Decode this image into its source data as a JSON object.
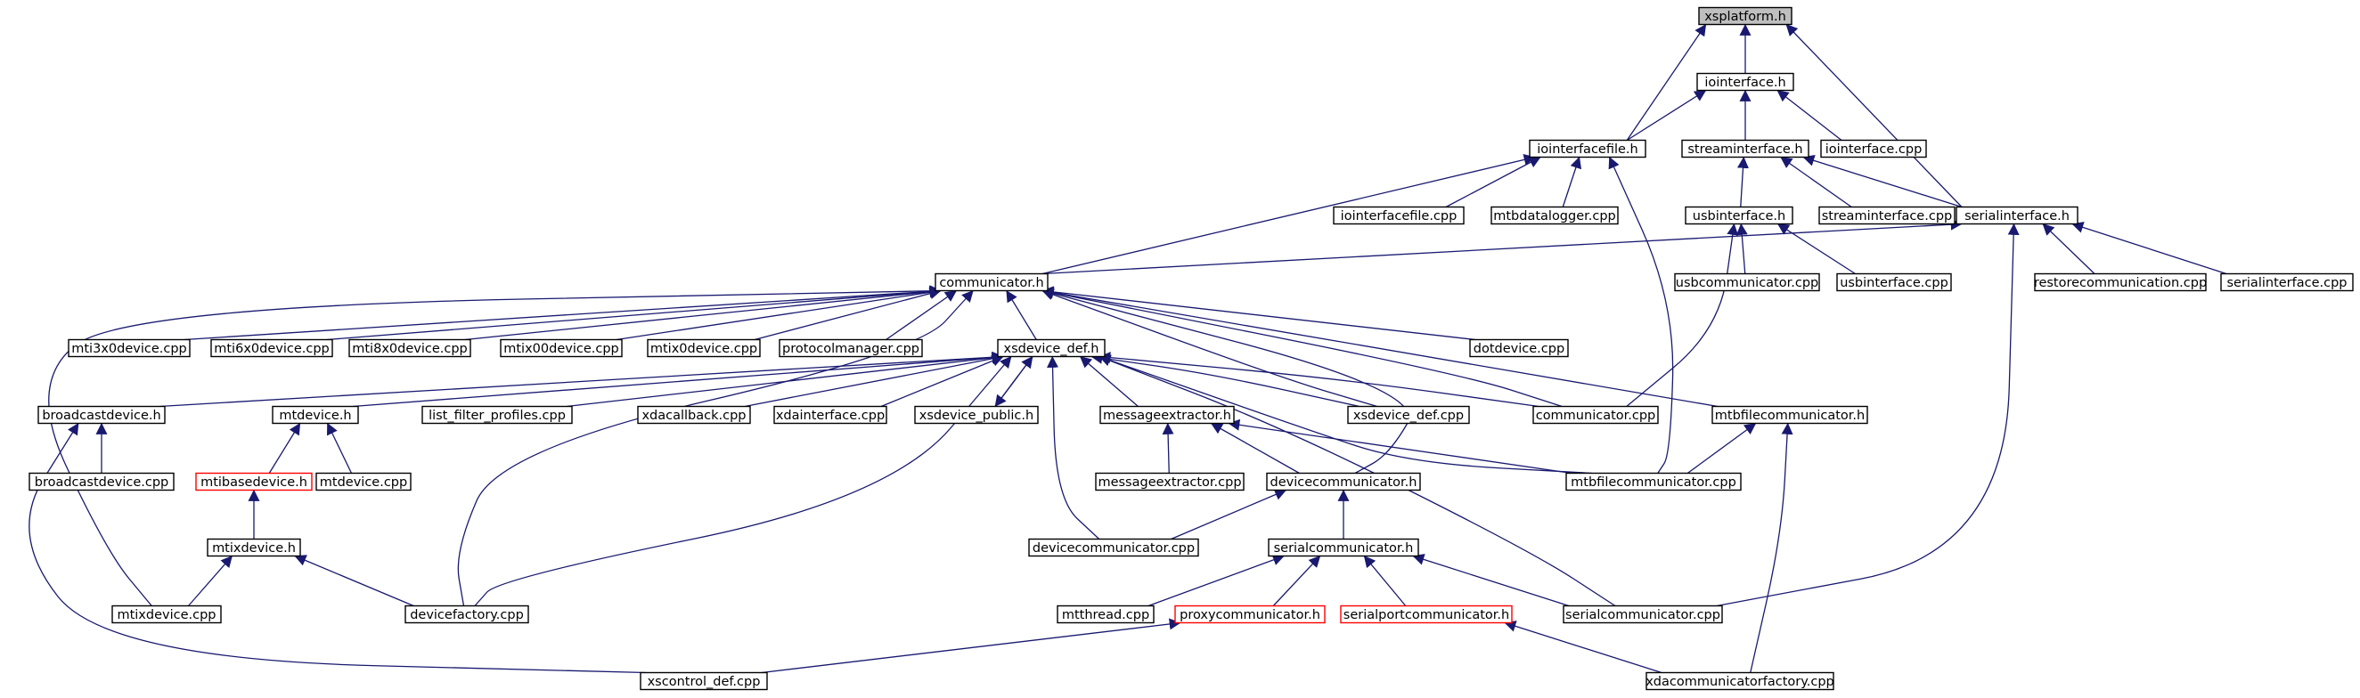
{
  "graph": {
    "title": "",
    "colors": {
      "edge": "#191970",
      "node_border": "#000000",
      "node_border_incomplete": "#ff0000",
      "root_fill": "#bfbfbf",
      "node_fill": "#ffffff"
    },
    "nodes": [
      {
        "id": "xsplatform_h",
        "label": "xsplatform.h",
        "root": true
      },
      {
        "id": "iointerface_h",
        "label": "iointerface.h"
      },
      {
        "id": "iointerfacefile_h",
        "label": "iointerfacefile.h"
      },
      {
        "id": "streaminterface_h",
        "label": "streaminterface.h"
      },
      {
        "id": "iointerface_cpp",
        "label": "iointerface.cpp"
      },
      {
        "id": "iointerfacefile_cpp",
        "label": "iointerfacefile.cpp"
      },
      {
        "id": "mtbdatalogger_cpp",
        "label": "mtbdatalogger.cpp"
      },
      {
        "id": "usbinterface_h",
        "label": "usbinterface.h"
      },
      {
        "id": "streaminterface_cpp",
        "label": "streaminterface.cpp"
      },
      {
        "id": "serialinterface_h",
        "label": "serialinterface.h"
      },
      {
        "id": "communicator_h",
        "label": "communicator.h"
      },
      {
        "id": "usbcommunicator_cpp",
        "label": "usbcommunicator.cpp"
      },
      {
        "id": "usbinterface_cpp",
        "label": "usbinterface.cpp"
      },
      {
        "id": "restorecommunication_cpp",
        "label": "restorecommunication.cpp"
      },
      {
        "id": "serialinterface_cpp",
        "label": "serialinterface.cpp"
      },
      {
        "id": "mti3x0device_cpp",
        "label": "mti3x0device.cpp"
      },
      {
        "id": "mti6x0device_cpp",
        "label": "mti6x0device.cpp"
      },
      {
        "id": "mti8x0device_cpp",
        "label": "mti8x0device.cpp"
      },
      {
        "id": "mtix00device_cpp",
        "label": "mtix00device.cpp"
      },
      {
        "id": "mtix0device_cpp",
        "label": "mtix0device.cpp"
      },
      {
        "id": "protocolmanager_cpp",
        "label": "protocolmanager.cpp"
      },
      {
        "id": "xsdevice_def_h",
        "label": "xsdevice_def.h"
      },
      {
        "id": "dotdevice_cpp",
        "label": "dotdevice.cpp"
      },
      {
        "id": "broadcastdevice_h",
        "label": "broadcastdevice.h"
      },
      {
        "id": "mtdevice_h",
        "label": "mtdevice.h"
      },
      {
        "id": "list_filter_profiles_cpp",
        "label": "list_filter_profiles.cpp"
      },
      {
        "id": "xdacallback_cpp",
        "label": "xdacallback.cpp"
      },
      {
        "id": "xdainterface_cpp",
        "label": "xdainterface.cpp"
      },
      {
        "id": "xsdevice_public_h",
        "label": "xsdevice_public.h"
      },
      {
        "id": "messageextractor_h",
        "label": "messageextractor.h"
      },
      {
        "id": "xsdevice_def_cpp",
        "label": "xsdevice_def.cpp"
      },
      {
        "id": "communicator_cpp",
        "label": "communicator.cpp"
      },
      {
        "id": "mtbfilecommunicator_h",
        "label": "mtbfilecommunicator.h"
      },
      {
        "id": "broadcastdevice_cpp",
        "label": "broadcastdevice.cpp"
      },
      {
        "id": "mtibasedevice_h",
        "label": "mtibasedevice.h",
        "incomplete": true
      },
      {
        "id": "mtdevice_cpp",
        "label": "mtdevice.cpp"
      },
      {
        "id": "messageextractor_cpp",
        "label": "messageextractor.cpp"
      },
      {
        "id": "devicecommunicator_h",
        "label": "devicecommunicator.h"
      },
      {
        "id": "mtbfilecommunicator_cpp",
        "label": "mtbfilecommunicator.cpp"
      },
      {
        "id": "mtixdevice_h",
        "label": "mtixdevice.h"
      },
      {
        "id": "devicecommunicator_cpp",
        "label": "devicecommunicator.cpp"
      },
      {
        "id": "serialcommunicator_h",
        "label": "serialcommunicator.h"
      },
      {
        "id": "mtixdevice_cpp",
        "label": "mtixdevice.cpp"
      },
      {
        "id": "devicefactory_cpp",
        "label": "devicefactory.cpp"
      },
      {
        "id": "mtthread_cpp",
        "label": "mtthread.cpp"
      },
      {
        "id": "proxycommunicator_h",
        "label": "proxycommunicator.h",
        "incomplete": true
      },
      {
        "id": "serialportcommunicator_h",
        "label": "serialportcommunicator.h",
        "incomplete": true
      },
      {
        "id": "serialcommunicator_cpp",
        "label": "serialcommunicator.cpp"
      },
      {
        "id": "xscontrol_def_cpp",
        "label": "xscontrol_def.cpp"
      },
      {
        "id": "xdacommunicatorfactory_cpp",
        "label": "xdacommunicatorfactory.cpp"
      }
    ],
    "edges": [
      [
        "xsplatform_h",
        "iointerface_h"
      ],
      [
        "xsplatform_h",
        "iointerfacefile_h"
      ],
      [
        "xsplatform_h",
        "serialinterface_h"
      ],
      [
        "iointerface_h",
        "iointerfacefile_h"
      ],
      [
        "iointerface_h",
        "streaminterface_h"
      ],
      [
        "iointerface_h",
        "iointerface_cpp"
      ],
      [
        "iointerfacefile_h",
        "iointerfacefile_cpp"
      ],
      [
        "iointerfacefile_h",
        "mtbdatalogger_cpp"
      ],
      [
        "iointerfacefile_h",
        "communicator_h"
      ],
      [
        "iointerfacefile_h",
        "mtbfilecommunicator_cpp"
      ],
      [
        "streaminterface_h",
        "usbinterface_h"
      ],
      [
        "streaminterface_h",
        "streaminterface_cpp"
      ],
      [
        "streaminterface_h",
        "serialinterface_h"
      ],
      [
        "usbinterface_h",
        "usbcommunicator_cpp"
      ],
      [
        "usbinterface_h",
        "usbinterface_cpp"
      ],
      [
        "usbinterface_h",
        "communicator_cpp"
      ],
      [
        "serialinterface_h",
        "communicator_h"
      ],
      [
        "serialinterface_h",
        "restorecommunication_cpp"
      ],
      [
        "serialinterface_h",
        "serialinterface_cpp"
      ],
      [
        "serialinterface_h",
        "serialcommunicator_cpp"
      ],
      [
        "communicator_h",
        "mti3x0device_cpp"
      ],
      [
        "communicator_h",
        "mti6x0device_cpp"
      ],
      [
        "communicator_h",
        "mti8x0device_cpp"
      ],
      [
        "communicator_h",
        "mtix00device_cpp"
      ],
      [
        "communicator_h",
        "mtix0device_cpp"
      ],
      [
        "communicator_h",
        "protocolmanager_cpp"
      ],
      [
        "communicator_h",
        "xsdevice_def_h"
      ],
      [
        "communicator_h",
        "dotdevice_cpp"
      ],
      [
        "communicator_h",
        "xsdevice_def_cpp"
      ],
      [
        "communicator_h",
        "communicator_cpp"
      ],
      [
        "communicator_h",
        "mtbfilecommunicator_h"
      ],
      [
        "communicator_h",
        "devicecommunicator_h"
      ],
      [
        "communicator_h",
        "mtixdevice_cpp"
      ],
      [
        "communicator_h",
        "devicefactory_cpp"
      ],
      [
        "xsdevice_def_h",
        "broadcastdevice_h"
      ],
      [
        "xsdevice_def_h",
        "mtdevice_h"
      ],
      [
        "xsdevice_def_h",
        "list_filter_profiles_cpp"
      ],
      [
        "xsdevice_def_h",
        "xdacallback_cpp"
      ],
      [
        "xsdevice_def_h",
        "xdainterface_cpp"
      ],
      [
        "xsdevice_def_h",
        "xsdevice_public_h"
      ],
      [
        "xsdevice_public_h",
        "xsdevice_def_h"
      ],
      [
        "xsdevice_def_h",
        "messageextractor_h"
      ],
      [
        "xsdevice_def_h",
        "xsdevice_def_cpp"
      ],
      [
        "xsdevice_def_h",
        "communicator_cpp"
      ],
      [
        "xsdevice_def_h",
        "mtbfilecommunicator_cpp"
      ],
      [
        "xsdevice_def_h",
        "serialcommunicator_cpp"
      ],
      [
        "xsdevice_def_h",
        "devicecommunicator_cpp"
      ],
      [
        "xsdevice_def_h",
        "devicefactory_cpp"
      ],
      [
        "broadcastdevice_h",
        "broadcastdevice_cpp"
      ],
      [
        "broadcastdevice_h",
        "xscontrol_def_cpp"
      ],
      [
        "mtdevice_h",
        "mtibasedevice_h"
      ],
      [
        "mtdevice_h",
        "mtdevice_cpp"
      ],
      [
        "mtibasedevice_h",
        "mtixdevice_h"
      ],
      [
        "mtixdevice_h",
        "mtixdevice_cpp"
      ],
      [
        "mtixdevice_h",
        "devicefactory_cpp"
      ],
      [
        "messageextractor_h",
        "messageextractor_cpp"
      ],
      [
        "messageextractor_h",
        "devicecommunicator_h"
      ],
      [
        "messageextractor_h",
        "mtbfilecommunicator_cpp"
      ],
      [
        "mtbfilecommunicator_h",
        "mtbfilecommunicator_cpp"
      ],
      [
        "mtbfilecommunicator_h",
        "xdacommunicatorfactory_cpp"
      ],
      [
        "devicecommunicator_h",
        "devicecommunicator_cpp"
      ],
      [
        "devicecommunicator_h",
        "serialcommunicator_h"
      ],
      [
        "serialcommunicator_h",
        "mtthread_cpp"
      ],
      [
        "serialcommunicator_h",
        "proxycommunicator_h"
      ],
      [
        "serialcommunicator_h",
        "serialportcommunicator_h"
      ],
      [
        "serialcommunicator_h",
        "serialcommunicator_cpp"
      ],
      [
        "proxycommunicator_h",
        "xscontrol_def_cpp"
      ],
      [
        "serialportcommunicator_h",
        "xdacommunicatorfactory_cpp"
      ]
    ]
  }
}
